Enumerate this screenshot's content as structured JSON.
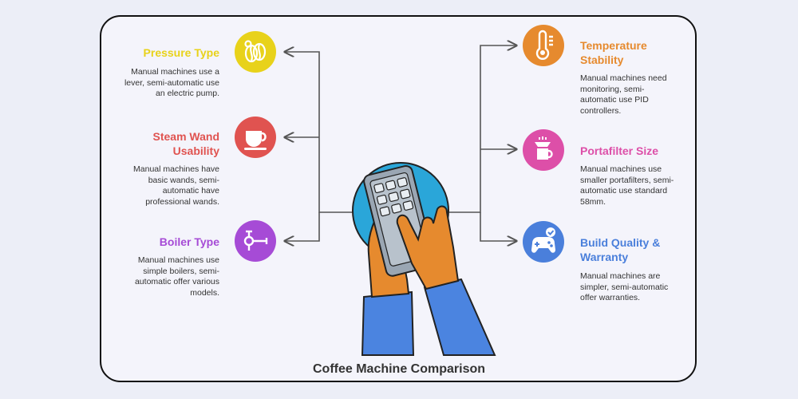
{
  "title": "Coffee Machine Comparison",
  "items": [
    {
      "key": "pressure",
      "title": "Pressure Type",
      "desc": "Manual machines use a lever, semi-automatic use an electric pump.",
      "color": "#e8d21a",
      "icon": "coffee-beans-icon"
    },
    {
      "key": "steam",
      "title": "Steam Wand Usability",
      "desc": "Manual machines have basic wands, semi-automatic have professional wands.",
      "color": "#e05350",
      "icon": "coffee-cup-icon"
    },
    {
      "key": "boiler",
      "title": "Boiler Type",
      "desc": "Manual machines use simple boilers, semi-automatic offer various models.",
      "color": "#a64bd6",
      "icon": "boiler-valve-icon"
    },
    {
      "key": "temperature",
      "title": "Temperature Stability",
      "desc": "Manual machines need monitoring, semi-automatic use PID controllers.",
      "color": "#e68a2e",
      "icon": "thermometer-icon"
    },
    {
      "key": "portafilter",
      "title": "Portafilter Size",
      "desc": "Manual machines use smaller portafilters, semi-automatic use standard 58mm.",
      "color": "#dd4fa8",
      "icon": "portafilter-icon"
    },
    {
      "key": "build",
      "title": "Build Quality & Warranty",
      "desc": "Manual machines are simpler, semi-automatic offer warranties.",
      "color": "#4a7fdb",
      "icon": "gamepad-check-icon"
    }
  ]
}
